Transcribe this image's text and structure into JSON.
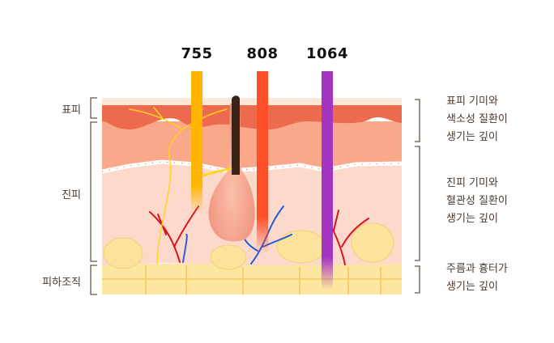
{
  "wavelengths": [
    {
      "label": "755",
      "unit_hint": "nm",
      "color": "#FFB400"
    },
    {
      "label": "808",
      "unit_hint": "nm",
      "color": "#FF4F28"
    },
    {
      "label": "1064",
      "unit_hint": "nm",
      "color": "#A335C0"
    }
  ],
  "layers": {
    "epidermis": "표피",
    "dermis": "진피",
    "subcutaneous": "피하조직"
  },
  "descriptions": {
    "epidermis": [
      "표피 기미와",
      "색소성 질환이",
      "생기는 깊이"
    ],
    "dermis": [
      "진피 기미와",
      "혈관성 질환이",
      "생기는 깊이"
    ],
    "subcutaneous": [
      "주름과 흉터가",
      "생기는 깊이"
    ]
  },
  "colors": {
    "bracket": "#6b5444",
    "epidermis": "#EC6A4E",
    "dermis_upper": "#F9A88A",
    "dermis_lower": "#FDD9CC",
    "fat": "#FCE6A0"
  }
}
